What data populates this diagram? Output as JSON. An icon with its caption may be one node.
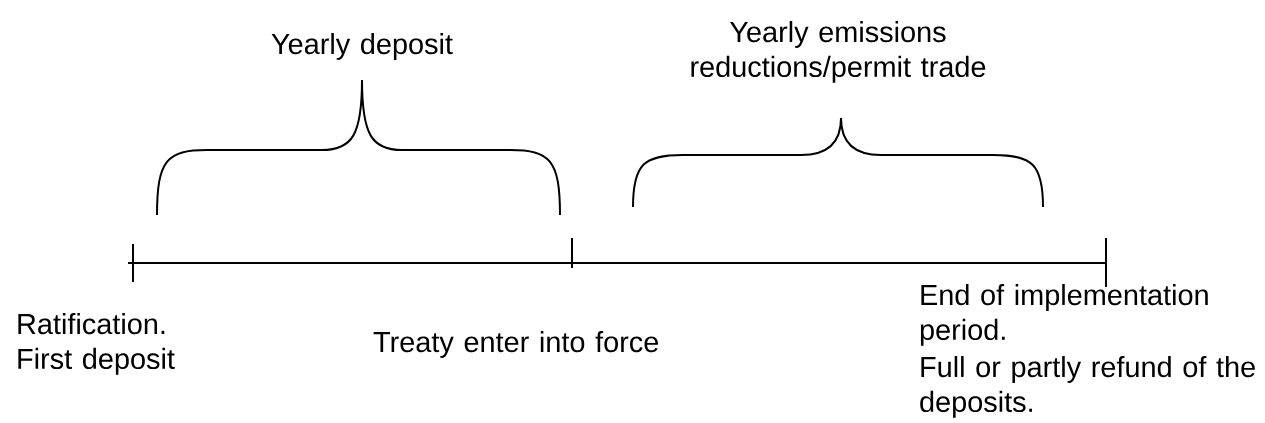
{
  "diagram": {
    "labels": [
      "Yearly deposit",
      "Yearly emissions reductions/permit trade",
      "Ratification. First deposit",
      "Treaty enter into force",
      "End of implementation period.",
      "Full or partly refund of the deposits."
    ]
  }
}
